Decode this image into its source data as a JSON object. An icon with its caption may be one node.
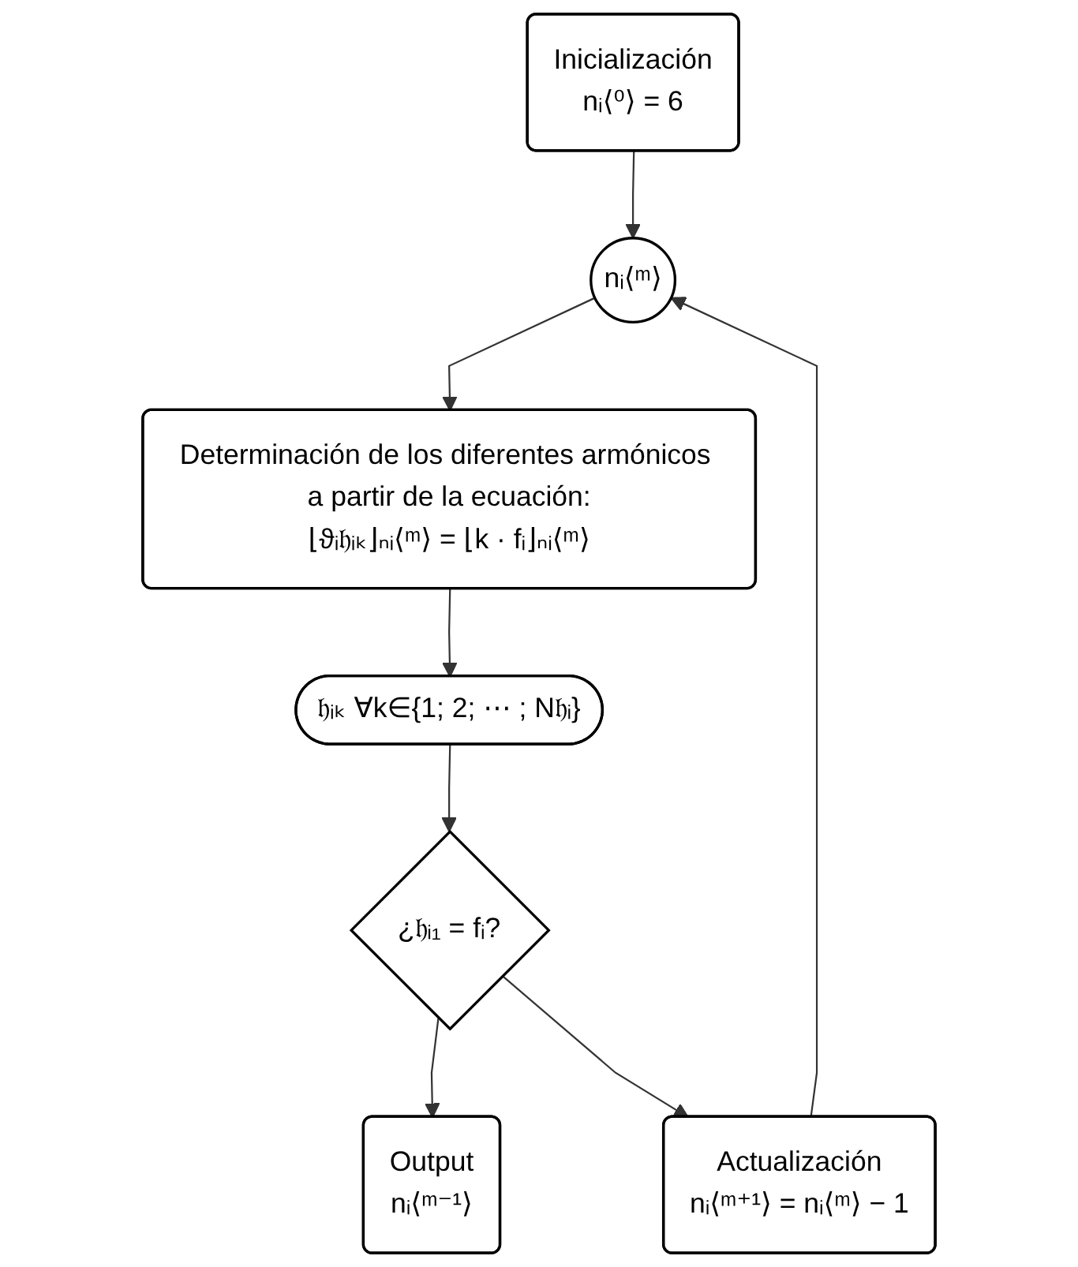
{
  "diagram": {
    "nodes": [
      {
        "text": [
          "Inicialización",
          "nᵢ⟨⁰⟩ = 6"
        ]
      },
      {
        "text": [
          "nᵢ⟨ᵐ⟩"
        ]
      },
      {
        "text": [
          "Determinación de los diferentes armónicos a partir de la ecuación:",
          "⌊ϑᵢ𝔥ᵢₖ⌋ₙᵢ⟨ᵐ⟩ = ⌊k · fᵢ⌋ₙᵢ⟨ᵐ⟩"
        ]
      },
      {
        "text": [
          "𝔥ᵢₖ ∀k∈{1; 2; ⋯ ; N𝔥ᵢ}"
        ]
      },
      {
        "text": [
          "¿𝔥ᵢ₁ = fᵢ?"
        ]
      },
      {
        "text": [
          "Output",
          "nᵢ⟨ᵐ⁻¹⟩"
        ]
      },
      {
        "text": [
          "Actualización",
          "nᵢ⟨ᵐ⁺¹⟩ = nᵢ⟨ᵐ⟩ − 1"
        ]
      }
    ],
    "edges": [
      {
        "from": 0,
        "to": 1,
        "arrow": "to"
      },
      {
        "from": 1,
        "to": 2,
        "arrow": "to"
      },
      {
        "from": 2,
        "to": 3,
        "arrow": "to"
      },
      {
        "from": 3,
        "to": 4,
        "arrow": "to"
      },
      {
        "from": 4,
        "to": 5,
        "arrow": "to"
      },
      {
        "from": 4,
        "to": 6,
        "arrow": "to"
      },
      {
        "from": 6,
        "to": 1,
        "arrow": "to"
      }
    ]
  }
}
